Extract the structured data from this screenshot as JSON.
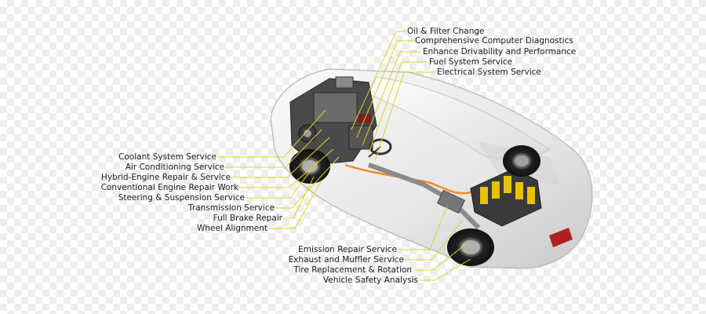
{
  "colors": {
    "leader_line": "#d9d42a",
    "label_text": "#1a1a1a"
  },
  "labels_top_right": [
    "Oil & Filter Change",
    "Comprehensive Computer Diagnostics",
    "Enhance Drivability and Performance",
    "Fuel System Service",
    "Electrical System Service"
  ],
  "labels_left": [
    "Coolant System Service",
    "Air Conditioning Service",
    "Hybrid-Engine Repair & Service",
    "Conventional Engine Repair Work",
    "Steering & Suspension Service",
    "Transmission Service",
    "Full Brake Repair",
    "Wheel Alignment"
  ],
  "labels_bottom_right": [
    "Emission Repair Service",
    "Exhaust and Muffler Service",
    "Tire Replacement & Rotation",
    "Vehicle Safety Analysis"
  ]
}
